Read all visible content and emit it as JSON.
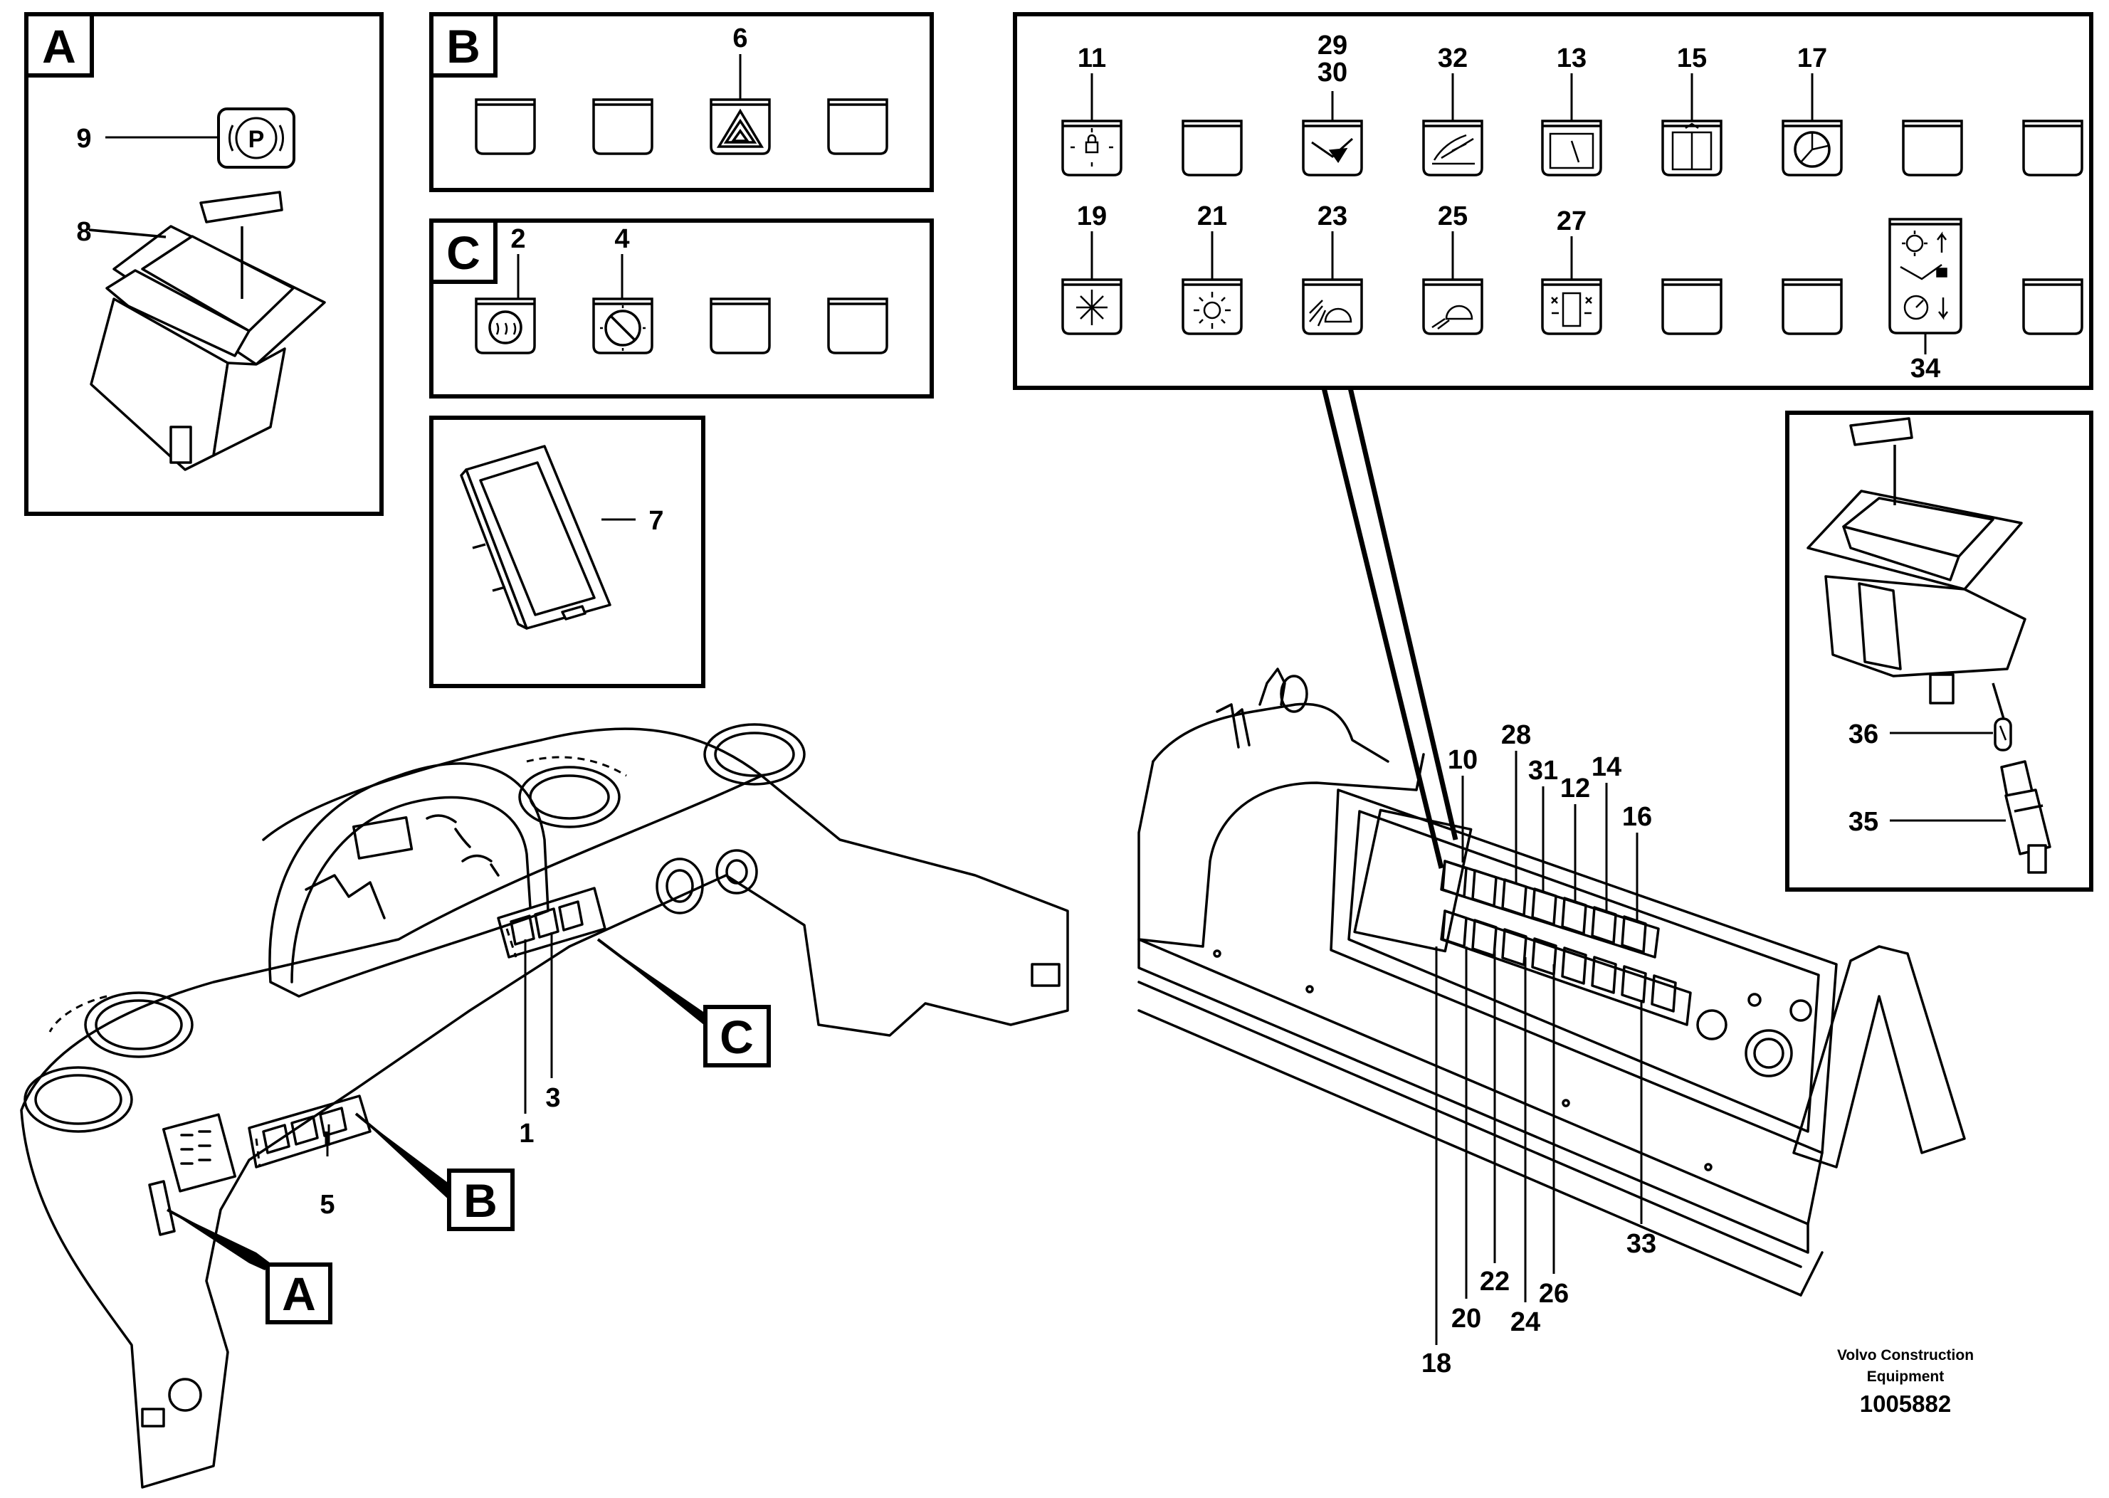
{
  "panel_labels": {
    "A": "A",
    "B": "B",
    "C": "C"
  },
  "callouts": {
    "n1": "1",
    "n2": "2",
    "n3": "3",
    "n4": "4",
    "n5": "5",
    "n6": "6",
    "n7": "7",
    "n8": "8",
    "n9": "9",
    "n10": "10",
    "n11": "11",
    "n12": "12",
    "n13": "13",
    "n14": "14",
    "n15": "15",
    "n16": "16",
    "n17": "17",
    "n18": "18",
    "n19": "19",
    "n20": "20",
    "n21": "21",
    "n22": "22",
    "n23": "23",
    "n24": "24",
    "n25": "25",
    "n26": "26",
    "n27": "27",
    "n28": "28",
    "n29": "29",
    "n30": "30",
    "n31": "31",
    "n32": "32",
    "n33": "33",
    "n34": "34",
    "n35": "35",
    "n36": "36"
  },
  "credit": {
    "line1": "Volvo Construction",
    "line2": "Equipment",
    "drawing_number": "1005882"
  },
  "icons": [
    "parking-brake-icon",
    "hazard-warning-icon",
    "heated-seat-icon",
    "rotating-beacon-icon",
    "lock-icon",
    "bucket-icon",
    "wiper-icon",
    "washer-icon",
    "steering-wheel-icon",
    "air-conditioning-icon",
    "work-light-icon",
    "headlight-icon",
    "rear-window-heater-icon"
  ],
  "colors": {
    "ink": "#000000",
    "paper": "#ffffff"
  }
}
